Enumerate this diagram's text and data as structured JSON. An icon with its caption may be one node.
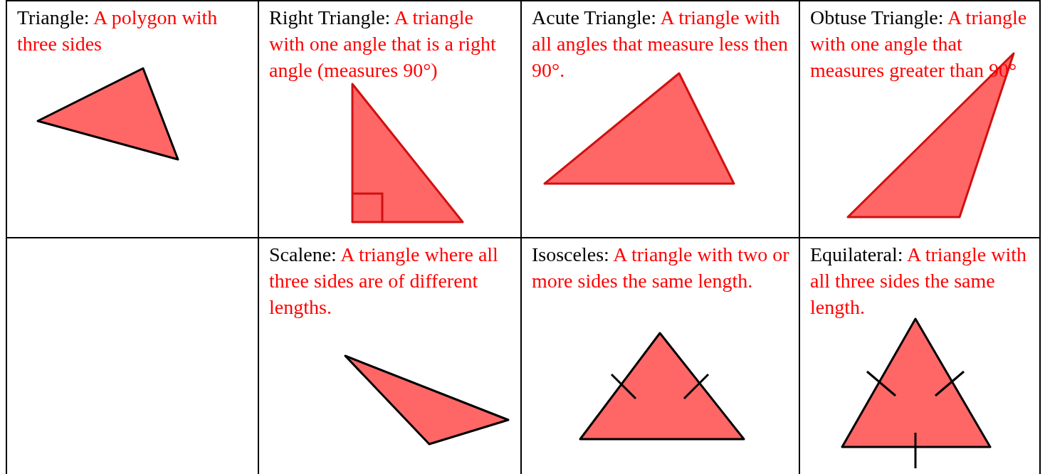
{
  "diagram": {
    "labels": [
      "Triangle:",
      "A polygon with three sides",
      "Right Triangle:",
      "A triangle with one angle that is a right angle (measures 90°)",
      "Acute Triangle:",
      "A triangle with all angles that measure less then 90°.",
      "Obtuse Triangle:",
      "A triangle with one angle that measures greater than 90°",
      "Scalene:",
      "A triangle where all three sides are of different lengths.",
      "Isosceles:",
      "A triangle with two or more sides the same length.",
      "Equilateral:",
      "A triangle with all three sides the same length."
    ]
  }
}
